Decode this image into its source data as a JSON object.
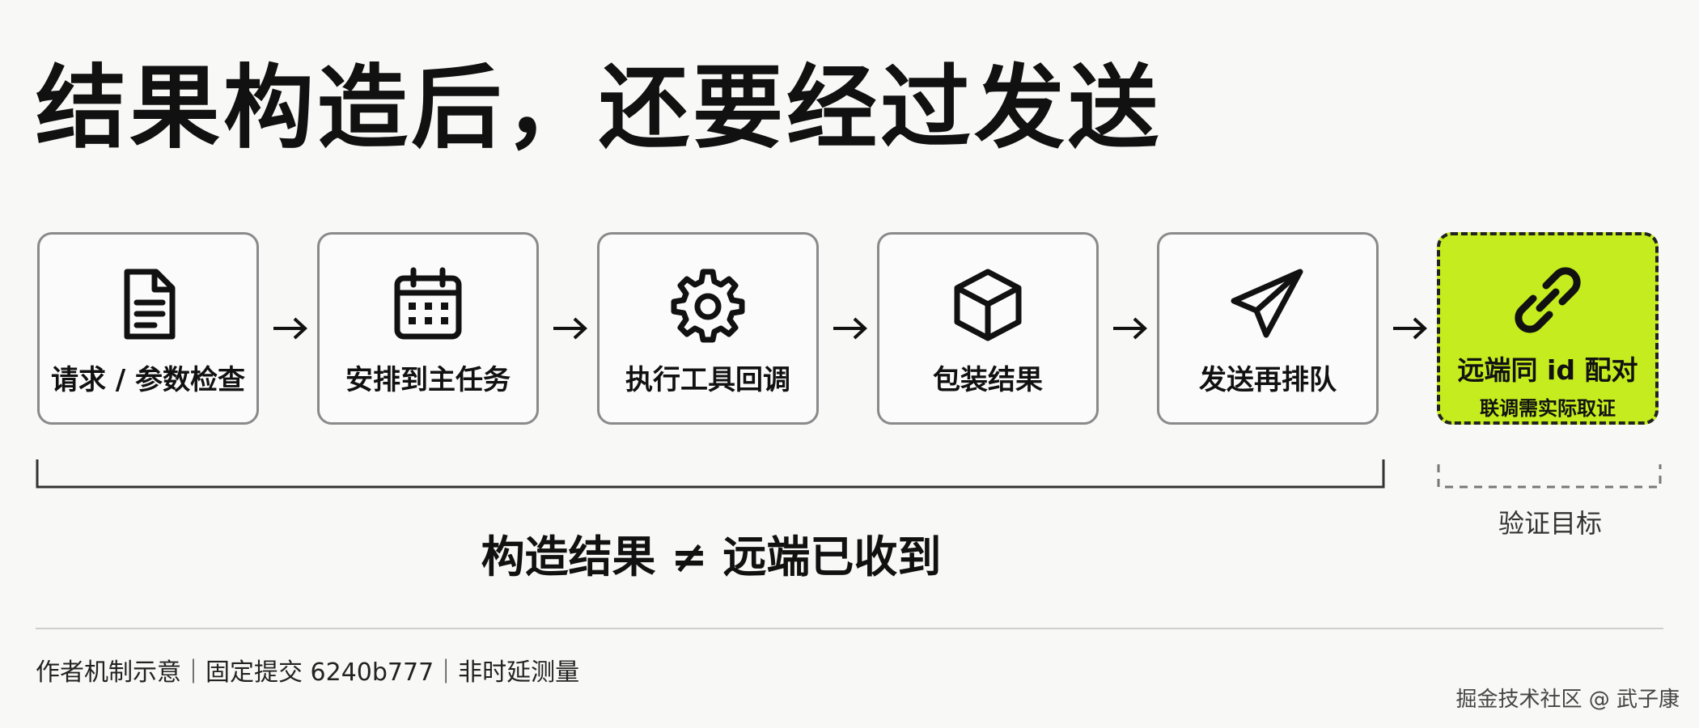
{
  "title": "结果构造后，还要经过发送",
  "steps": [
    {
      "label": "请求 / 参数检查",
      "icon": "document-icon"
    },
    {
      "label": "安排到主任务",
      "icon": "calendar-icon"
    },
    {
      "label": "执行工具回调",
      "icon": "gear-icon"
    },
    {
      "label": "包装结果",
      "icon": "box-icon"
    },
    {
      "label": "发送再排队",
      "icon": "paper-plane-icon"
    }
  ],
  "target": {
    "label": "远端同 id 配对",
    "sublabel": "联调需实际取证",
    "icon": "link-icon",
    "color": "#c4ec1e"
  },
  "brace_main_label": "构造结果 ≠ 远端已收到",
  "brace_target_label": "验证目标",
  "footnote": "作者机制示意｜固定提交 6240b777｜非时延测量",
  "watermark": "掘金技术社区 @ 武子康"
}
